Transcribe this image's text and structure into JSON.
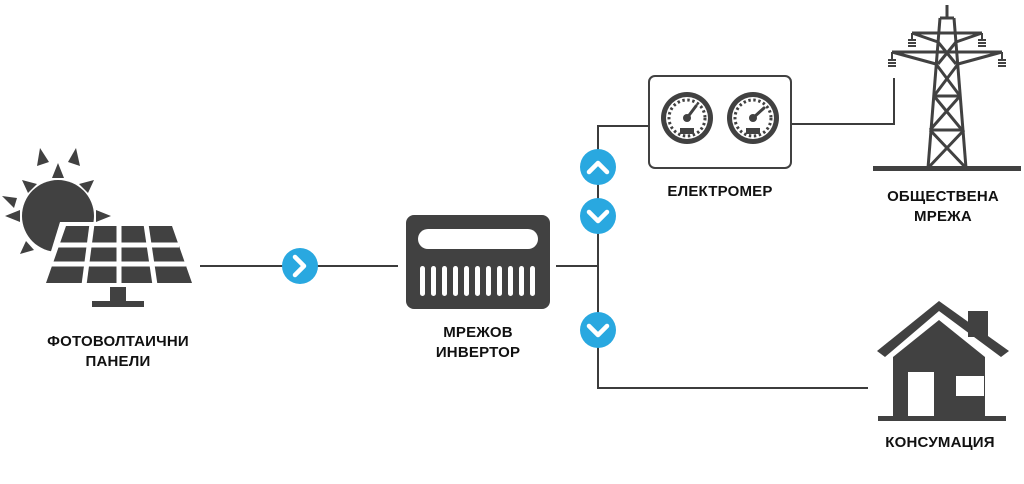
{
  "colors": {
    "icon": "#414141",
    "line": "#3c3c3c",
    "accent": "#29a8e0",
    "text": "#111111",
    "background": "#ffffff"
  },
  "nodes": {
    "solar": {
      "icon": "solar-panel-with-sun",
      "label_line1": "ФОТОВОЛТАИЧНИ",
      "label_line2": "ПАНЕЛИ"
    },
    "inverter": {
      "icon": "grid-inverter",
      "label_line1": "МРЕЖОВ",
      "label_line2": "ИНВЕРТОР"
    },
    "meter": {
      "icon": "electric-meter-two-gauges",
      "label": "ЕЛЕКТРОМЕР"
    },
    "grid": {
      "icon": "power-transmission-tower",
      "label_line1": "ОБЩЕСТВЕНА",
      "label_line2": "МРЕЖА"
    },
    "house": {
      "icon": "house",
      "label": "КОНСУМАЦИЯ"
    }
  },
  "flow_badges": [
    {
      "icon": "chevron-right",
      "meaning": "solar to inverter"
    },
    {
      "icon": "chevron-up",
      "meaning": "toward meter / grid"
    },
    {
      "icon": "chevron-down",
      "meaning": "from meter / grid"
    },
    {
      "icon": "chevron-down",
      "meaning": "to consumption"
    }
  ]
}
